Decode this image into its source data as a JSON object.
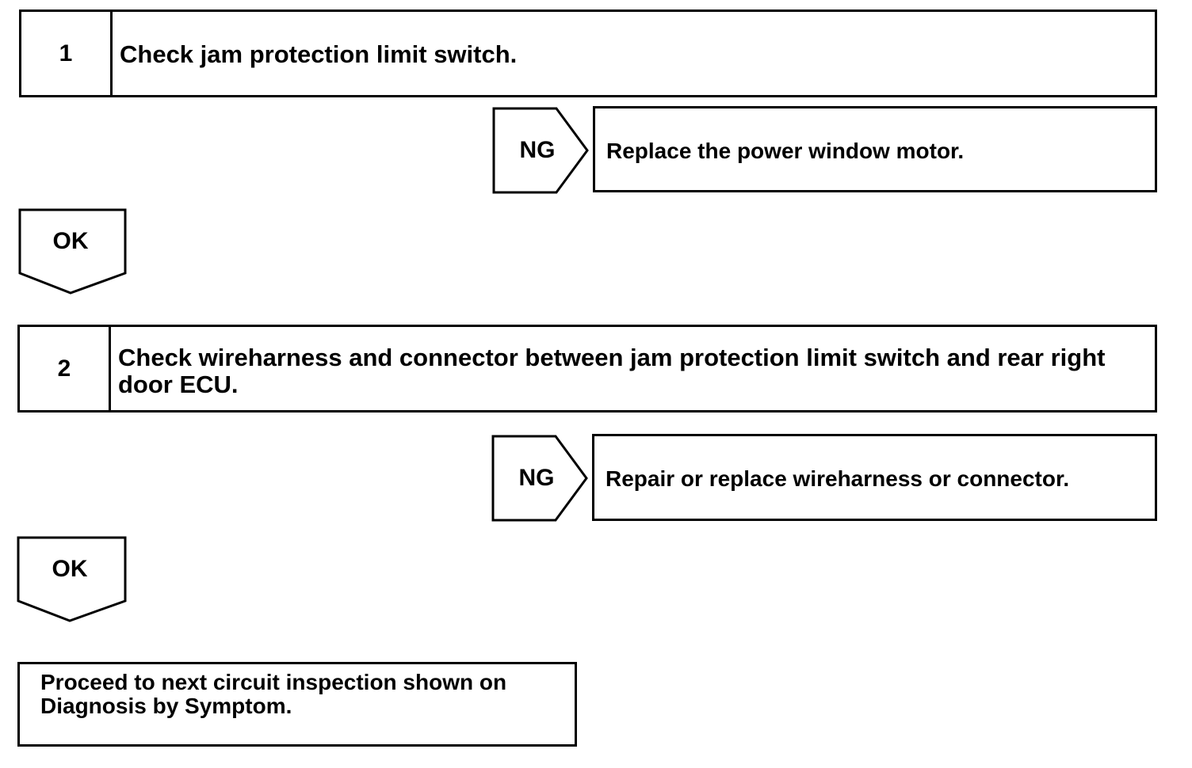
{
  "steps": [
    {
      "number": "1",
      "text": "Check jam protection limit switch.",
      "ng_label": "NG",
      "ng_action": "Replace the power window motor.",
      "ok_label": "OK"
    },
    {
      "number": "2",
      "text": "Check wireharness and connector between jam protection limit switch and rear right door ECU.",
      "ng_label": "NG",
      "ng_action": "Repair or replace wireharness or connector.",
      "ok_label": "OK"
    }
  ],
  "final": {
    "text": "Proceed to next circuit inspection shown on Diagnosis by Symptom."
  }
}
